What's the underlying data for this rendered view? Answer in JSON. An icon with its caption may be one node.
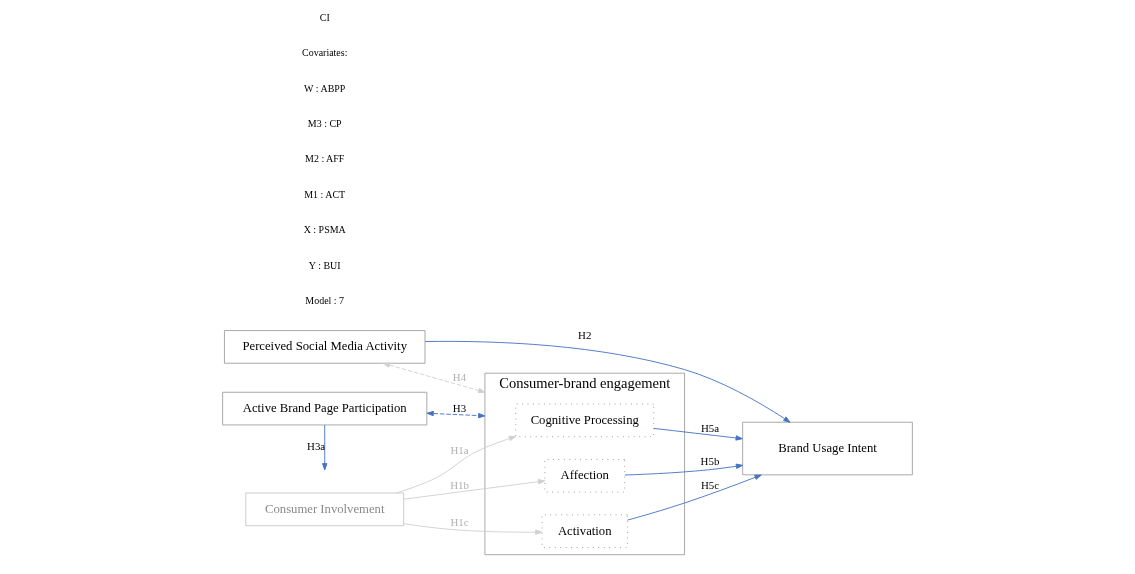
{
  "diagram": {
    "nodes": [
      {
        "text": [
          "Active Brand Page Participation"
        ]
      },
      {
        "text": [
          "Perceived Social Media Activity"
        ]
      },
      {
        "text": [
          "Consumer-brand engagement"
        ]
      },
      {
        "text": [
          "Consumer Involvement"
        ]
      },
      {
        "text": [
          "Cognitive Processing"
        ],
        "in": 2
      },
      {
        "text": [
          "Affection"
        ],
        "in": 2
      },
      {
        "text": [
          "Activation"
        ],
        "in": 2
      },
      {
        "text": [
          "Brand Usage Intent"
        ]
      }
    ],
    "edges": [
      {
        "from": 0,
        "to": null,
        "arrow": "to",
        "label": "H3a"
      },
      {
        "from": 0,
        "to": 2,
        "arrow": "both",
        "style": "dashed",
        "label": "H3"
      },
      {
        "from": 1,
        "to": 2,
        "arrow": "both",
        "style": "dashed",
        "color": "#d0d0d0",
        "label": "H4"
      },
      {
        "from": 3,
        "to": 4,
        "arrow": "to",
        "color": "#d0d0d0",
        "label": "H1a"
      },
      {
        "from": 3,
        "to": 5,
        "arrow": "to",
        "color": "#d0d0d0",
        "label": "H1b"
      },
      {
        "from": 3,
        "to": 6,
        "arrow": "to",
        "color": "#d0d0d0",
        "label": "H1c"
      },
      {
        "from": 4,
        "to": 7,
        "arrow": "to",
        "label": "H5a"
      },
      {
        "from": 5,
        "to": 7,
        "arrow": "to",
        "label": "H5b"
      },
      {
        "from": 6,
        "to": 7,
        "arrow": "to",
        "label": "H5c"
      },
      {
        "from": 1,
        "to": 7,
        "arrow": "to",
        "label": "H2"
      }
    ],
    "labels": [
      "Model : 7",
      "Y : BUI",
      "X : PSMA",
      "M1 : ACT",
      "M2 : AFF",
      "M3 : CP",
      "W : ABPP",
      "Covariates:",
      "CI"
    ]
  }
}
